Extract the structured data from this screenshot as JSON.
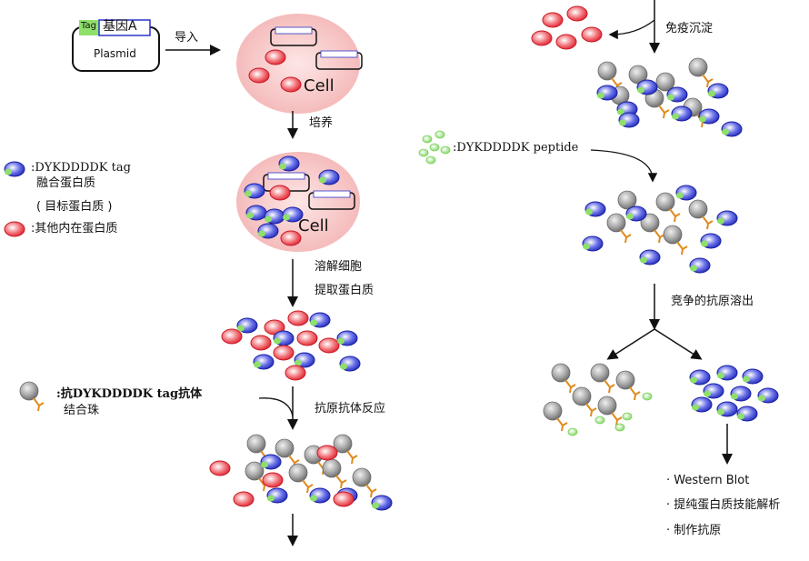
{
  "plasmid": {
    "tag": "Tag",
    "gene": "基因A",
    "name": "Plasmid",
    "mini_tag": "Tag",
    "mini_gene": "基因A"
  },
  "cell_label": "Cell",
  "steps": {
    "import": "导入",
    "culture": "培养",
    "lysis": "溶解细胞",
    "extract": "提取蛋白质",
    "antigen_antibody": "抗原抗体反应",
    "ip": "免疫沉淀",
    "competitive_elution": "竞争的抗原溶出"
  },
  "legend": {
    "fusion_protein_1": ":DYKDDDDK tag",
    "fusion_protein_2": "融合蛋白质",
    "fusion_protein_3": "( 目标蛋白质 )",
    "other_protein": ":其他内在蛋白质",
    "antibody_bead_1": ":抗DYKDDDDK tag抗体",
    "antibody_bead_2": "结合珠",
    "peptide": ":DYKDDDDK peptide"
  },
  "applications": [
    "· Western Blot",
    "· 提纯蛋白质技能解析",
    "· 制作抗原"
  ],
  "colors": {
    "cell_fill": "#f8caca",
    "red_protein": "#e8303a",
    "blue_protein": "#2b34c8",
    "green_tag": "#8ee06a",
    "bead_gray": "#9a9a9a",
    "antibody_orange": "#e08a1c"
  }
}
